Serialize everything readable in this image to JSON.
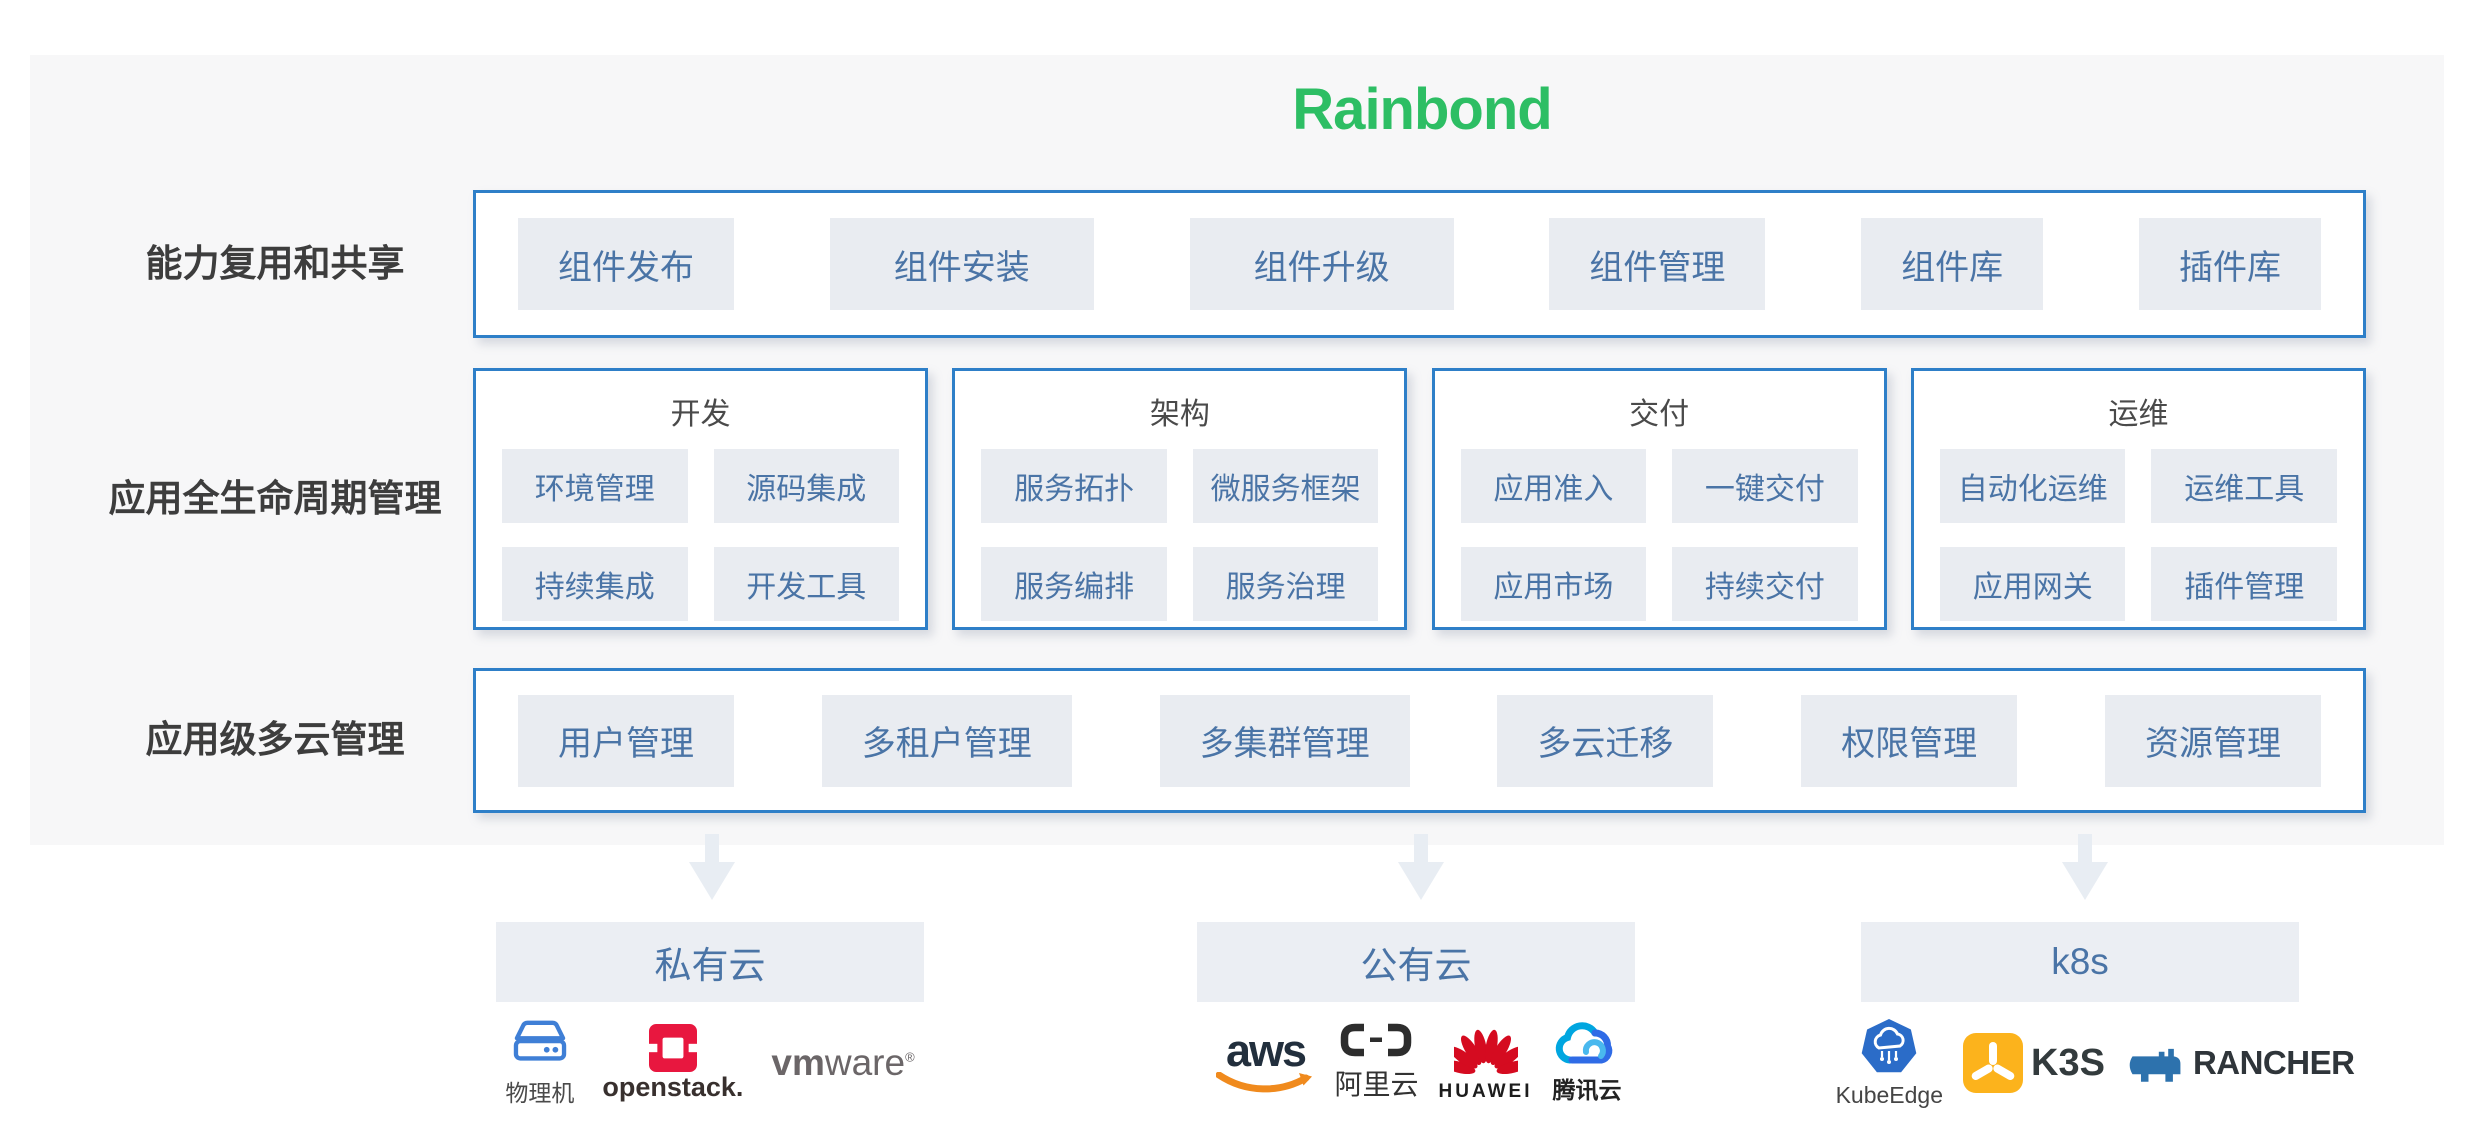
{
  "title": "Rainbond",
  "rows": [
    {
      "label": "能力复用和共享",
      "items": [
        "组件发布",
        "组件安装",
        "组件升级",
        "组件管理",
        "组件库",
        "插件库"
      ]
    },
    {
      "label": "应用全生命周期管理",
      "groups": [
        {
          "title": "开发",
          "items": [
            "环境管理",
            "源码集成",
            "持续集成",
            "开发工具"
          ]
        },
        {
          "title": "架构",
          "items": [
            "服务拓扑",
            "微服务框架",
            "服务编排",
            "服务治理"
          ]
        },
        {
          "title": "交付",
          "items": [
            "应用准入",
            "一键交付",
            "应用市场",
            "持续交付"
          ]
        },
        {
          "title": "运维",
          "items": [
            "自动化运维",
            "运维工具",
            "应用网关",
            "插件管理"
          ]
        }
      ]
    },
    {
      "label": "应用级多云管理",
      "items": [
        "用户管理",
        "多租户管理",
        "多集群管理",
        "多云迁移",
        "权限管理",
        "资源管理"
      ]
    }
  ],
  "targets": [
    {
      "label": "私有云",
      "logos": [
        {
          "name": "physical-machine",
          "label": "物理机"
        },
        {
          "name": "openstack",
          "label": "openstack."
        },
        {
          "name": "vmware",
          "bold": "vm",
          "rest": "ware",
          "reg": "®"
        }
      ]
    },
    {
      "label": "公有云",
      "logos": [
        {
          "name": "aws",
          "label": "aws"
        },
        {
          "name": "alibaba-cloud",
          "label": "阿里云"
        },
        {
          "name": "huawei",
          "label": "HUAWEI"
        },
        {
          "name": "tencent-cloud",
          "label": "腾讯云"
        }
      ]
    },
    {
      "label": "k8s",
      "logos": [
        {
          "name": "kubeedge",
          "label": "KubeEdge"
        },
        {
          "name": "k3s",
          "label": "K3S"
        },
        {
          "name": "rancher",
          "label": "RANCHER"
        }
      ]
    }
  ],
  "colors": {
    "title_green": "#2dbe64",
    "box_border_blue": "#2e7fc8",
    "chip_bg": "#e9ecf1",
    "chip_text_blue": "#4a74a6",
    "side_label_text": "#3d3d3d",
    "panel_bg": "#f7f7f8",
    "arrow_gray": "#e8edf3",
    "target_box_bg": "#ebeef3"
  }
}
